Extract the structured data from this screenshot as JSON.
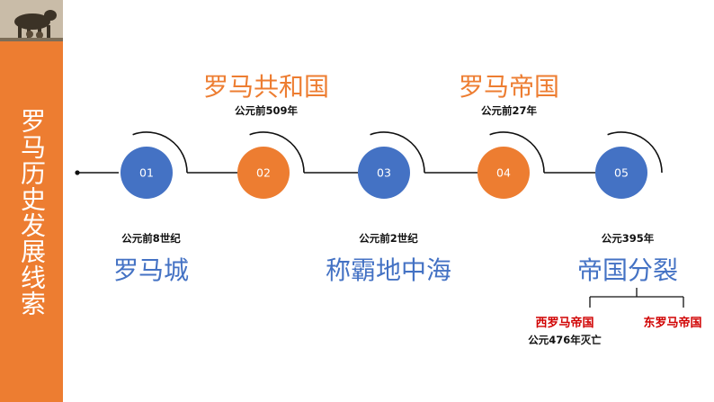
{
  "sidebar": {
    "title": "罗马历史发展线索"
  },
  "colors": {
    "orange": "#ED7D31",
    "blue": "#4472C4",
    "red": "#D00000",
    "line": "#111111"
  },
  "timeline": {
    "nodes": [
      {
        "num": "01",
        "color": "blue"
      },
      {
        "num": "02",
        "color": "orange"
      },
      {
        "num": "03",
        "color": "blue"
      },
      {
        "num": "04",
        "color": "orange"
      },
      {
        "num": "05",
        "color": "blue"
      }
    ],
    "events": [
      {
        "date": "公元前8世纪",
        "title": "罗马城"
      },
      {
        "date": "公元前509年",
        "title": "罗马共和国"
      },
      {
        "date": "公元前2世纪",
        "title": "称霸地中海"
      },
      {
        "date": "公元前27年",
        "title": "罗马帝国"
      },
      {
        "date": "公元395年",
        "title": "帝国分裂"
      }
    ]
  },
  "split": {
    "west": "西罗马帝国",
    "west_note": "公元476年灭亡",
    "east": "东罗马帝国"
  }
}
